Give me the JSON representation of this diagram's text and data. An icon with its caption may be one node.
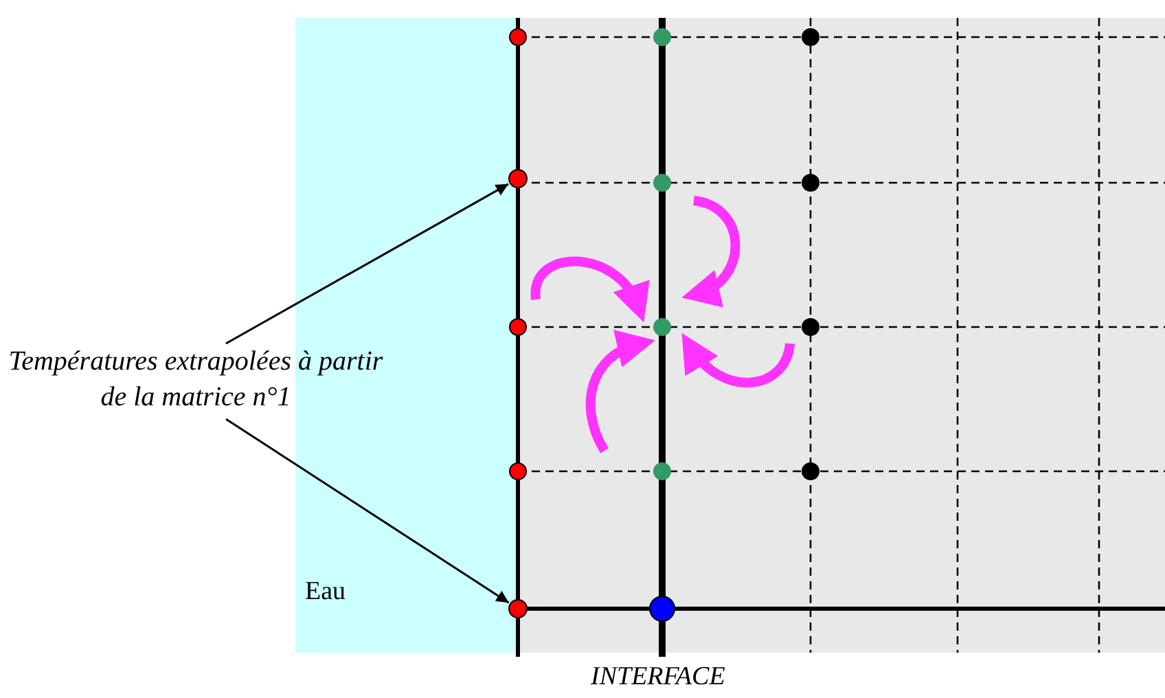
{
  "diagram": {
    "nodes": [
      {
        "text": [
          "Températures extrapolées à partir de la matrice n°1"
        ]
      },
      {
        "text": [],
        "shape": "circle"
      },
      {
        "text": [],
        "shape": "circle"
      }
    ],
    "edges": [
      {
        "from": 0,
        "to": 1,
        "arrow": "to"
      },
      {
        "from": 0,
        "to": 2,
        "arrow": "to"
      }
    ],
    "labels": [
      "Eau",
      "INTERFACE"
    ]
  }
}
